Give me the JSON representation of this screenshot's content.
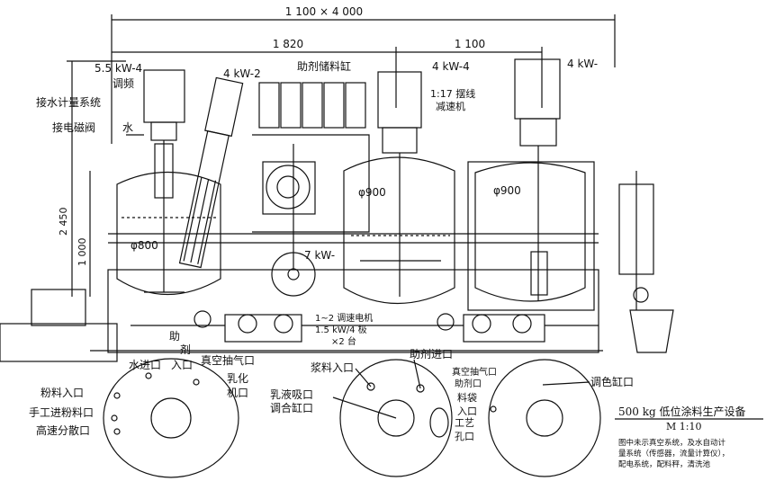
{
  "dimensions": {
    "overall": "1 100 × 4 000",
    "left_span": "1 820",
    "right_span": "1 100",
    "height_total": "2 450",
    "height_lower": "1 000"
  },
  "motors": {
    "m1": "5.5 kW-4",
    "m1_sub": "调频",
    "m2": "4 kW-2",
    "m3": "4 kW-4",
    "m4": "4 kW-",
    "m5": "7 kW-"
  },
  "vessels": {
    "v1": "φ800",
    "v2": "φ900",
    "v3": "φ900"
  },
  "labels": {
    "water_meter": "接水计量系统",
    "solenoid": "接电磁阀",
    "water": "水",
    "additive_tank": "助剂储料缸",
    "reducer_ratio": "1:17 摆线",
    "reducer_name": "减速机",
    "pump_motor_a": "1~2 调速电机",
    "pump_motor_b": "1.5 kW/4 极",
    "pump_motor_c": "×2 台",
    "additive_under": "助",
    "additive_under2": "剂"
  },
  "top_views": {
    "water_inlet": "水进口",
    "additive_inlet": "入口",
    "vacuum_port": "真空抽气口",
    "emulsifier_port": "乳化",
    "emulsifier_port2": "机口",
    "powder_inlet": "粉料入口",
    "manual_powder": "手工进粉料口",
    "high_speed": "高速分散口",
    "slurry_inlet": "浆料入口",
    "additive_feed": "助剂进口",
    "emulsion_suction": "乳液吸口",
    "mixing_port": "调合缸口",
    "vacuum_port2": "真空抽气口",
    "additive_port2": "助剂口",
    "bag_port": "料袋",
    "bag_port2": "入口",
    "process_port": "工艺",
    "process_port2": "孔口",
    "tint_port": "调色缸口"
  },
  "caption": {
    "title": "500 kg 低位涂料生产设备",
    "scale": "M 1:10",
    "note": "图中未示真空系统，及水自动计\n量系统（传感器，流量计算仪），\n配电系统，配料秤，清洗池"
  }
}
